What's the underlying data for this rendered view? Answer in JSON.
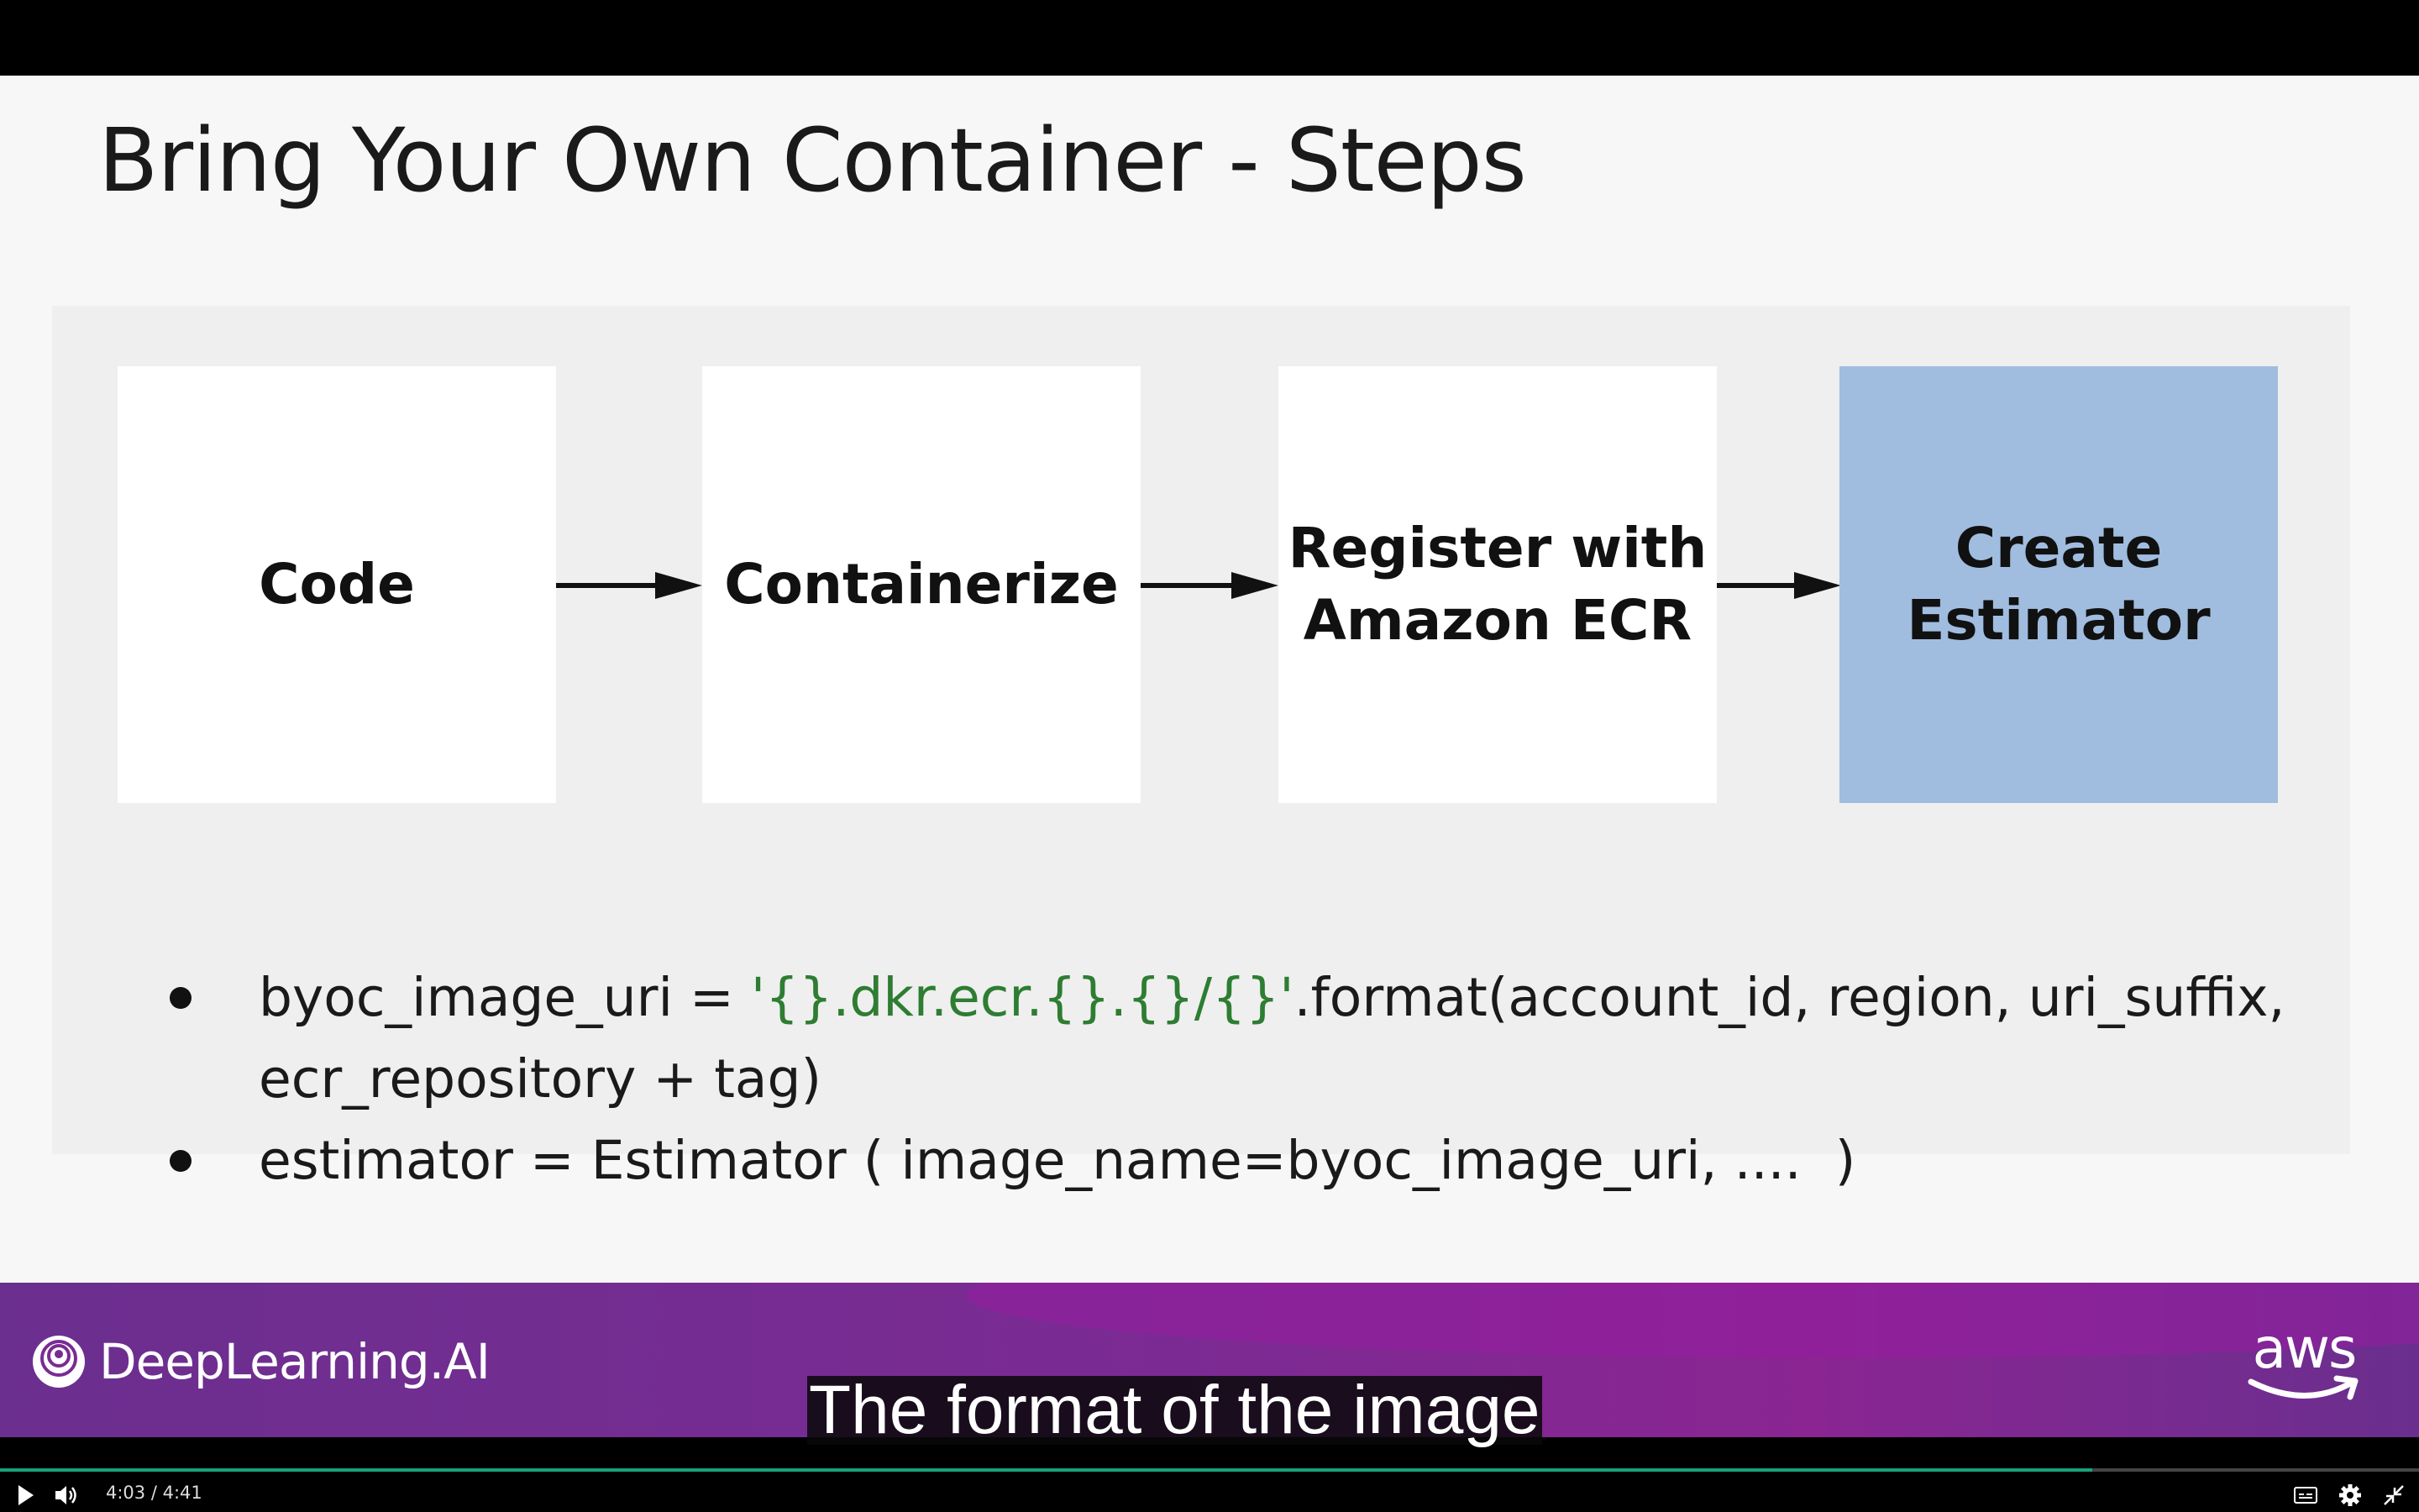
{
  "slide": {
    "title": "Bring Your Own Container - Steps",
    "steps": [
      {
        "label": "Code"
      },
      {
        "label": "Containerize"
      },
      {
        "label": "Register with\nAmazon ECR"
      },
      {
        "label": "Create\nEstimator"
      }
    ],
    "highlighted_step_color": "#a0bde0",
    "bullets": [
      {
        "lines": [
          {
            "prefix": "byoc_image_uri = ",
            "string": "'{}.dkr.ecr.{}.{}/{}'",
            "suffix": ".format(account_id, region, uri_suffix,"
          },
          {
            "prefix": "ecr_repository + tag)",
            "string": "",
            "suffix": ""
          }
        ]
      },
      {
        "lines": [
          {
            "prefix": "estimator = Estimator ( image_name=byoc_image_uri, ....  )",
            "string": "",
            "suffix": ""
          }
        ]
      }
    ],
    "string_color": "#2e7d32"
  },
  "branding": {
    "left_logo_text": "DeepLearning.AI",
    "right_logo_text": "aws",
    "band_color": "#7a2b93"
  },
  "subtitle": "The format of the image",
  "player": {
    "current_time": "4:03",
    "separator": "/",
    "duration": "4:41",
    "progress_fraction": 0.865,
    "progress_color": "#1aa179",
    "icons": [
      "play-icon",
      "volume-icon",
      "captions-icon",
      "settings-icon",
      "exit-fullscreen-icon"
    ]
  }
}
